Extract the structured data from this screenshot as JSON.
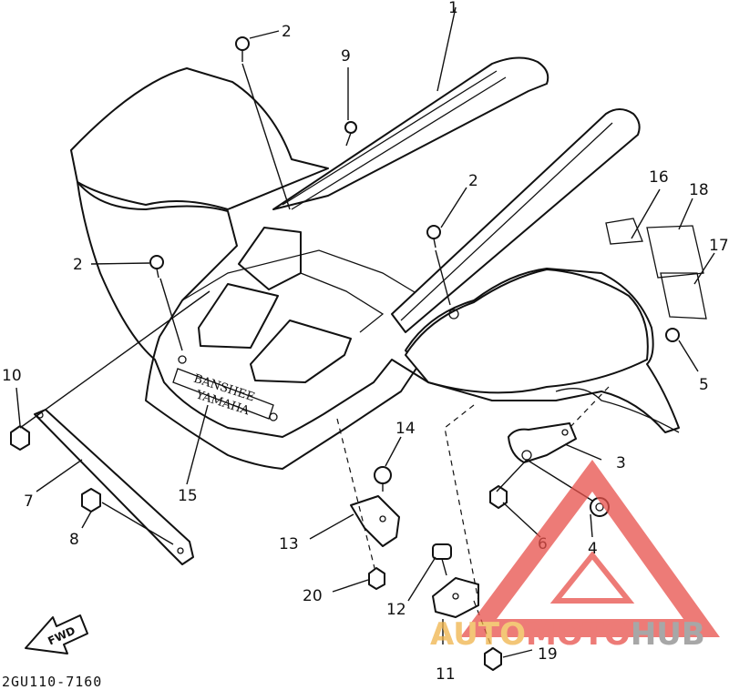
{
  "diagram": {
    "drawing_code": "2GU110-7160",
    "fwd_label": "FWD",
    "decal_text": {
      "line1": "BANSHEE",
      "line2": "YAMAHA"
    },
    "callouts": [
      {
        "id": "c1",
        "label": "1"
      },
      {
        "id": "c2a",
        "label": "2"
      },
      {
        "id": "c2b",
        "label": "2"
      },
      {
        "id": "c2c",
        "label": "2"
      },
      {
        "id": "c3",
        "label": "3"
      },
      {
        "id": "c4",
        "label": "4"
      },
      {
        "id": "c5",
        "label": "5"
      },
      {
        "id": "c6",
        "label": "6"
      },
      {
        "id": "c7",
        "label": "7"
      },
      {
        "id": "c8",
        "label": "8"
      },
      {
        "id": "c9",
        "label": "9"
      },
      {
        "id": "c10",
        "label": "10"
      },
      {
        "id": "c11",
        "label": "11"
      },
      {
        "id": "c12",
        "label": "12"
      },
      {
        "id": "c13",
        "label": "13"
      },
      {
        "id": "c14",
        "label": "14"
      },
      {
        "id": "c15",
        "label": "15"
      },
      {
        "id": "c16",
        "label": "16"
      },
      {
        "id": "c17",
        "label": "17"
      },
      {
        "id": "c18",
        "label": "18"
      },
      {
        "id": "c19",
        "label": "19"
      },
      {
        "id": "c20",
        "label": "20"
      }
    ]
  },
  "watermark": {
    "part1": "AUTO",
    "part2": "MOTO",
    "part3": "HUB",
    "colors": {
      "auto": "#f0b44a",
      "moto": "#e8504a",
      "hub": "#8a8a8a",
      "triangle": "#e8504a"
    }
  }
}
